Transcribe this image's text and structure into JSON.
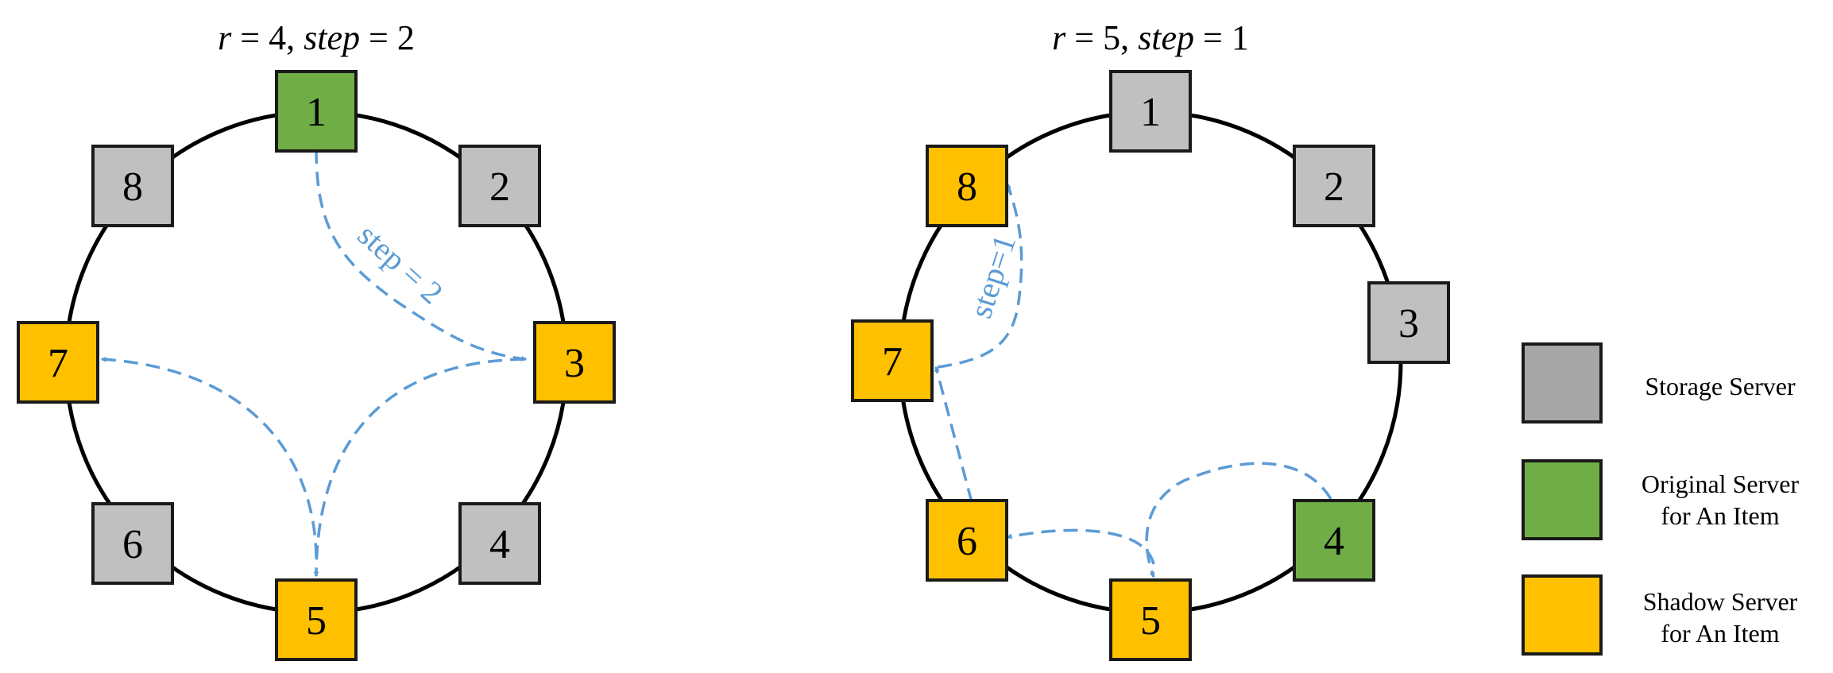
{
  "colors": {
    "storage": "#c0c0c0",
    "original": "#70ad47",
    "shadow": "#ffc000",
    "legend_storage": "#a6a6a6",
    "arrow": "#5b9bd5"
  },
  "diagrams": [
    {
      "id": "left",
      "title": {
        "r_var": "r",
        "r_eq": " = 4, ",
        "step_var": "step",
        "step_eq": " = 2"
      },
      "nodes": [
        {
          "label": "1",
          "role": "original"
        },
        {
          "label": "2",
          "role": "storage"
        },
        {
          "label": "3",
          "role": "shadow"
        },
        {
          "label": "4",
          "role": "storage"
        },
        {
          "label": "5",
          "role": "shadow"
        },
        {
          "label": "6",
          "role": "storage"
        },
        {
          "label": "7",
          "role": "shadow"
        },
        {
          "label": "8",
          "role": "storage"
        }
      ],
      "step_label": "step = 2"
    },
    {
      "id": "right",
      "title": {
        "r_var": "r",
        "r_eq": " = 5, ",
        "step_var": "step",
        "step_eq": " = 1"
      },
      "nodes": [
        {
          "label": "1",
          "role": "storage"
        },
        {
          "label": "2",
          "role": "storage"
        },
        {
          "label": "3",
          "role": "storage"
        },
        {
          "label": "4",
          "role": "original"
        },
        {
          "label": "5",
          "role": "shadow"
        },
        {
          "label": "6",
          "role": "shadow"
        },
        {
          "label": "7",
          "role": "shadow"
        },
        {
          "label": "8",
          "role": "shadow"
        }
      ],
      "step_label": "step=1"
    }
  ],
  "legend": {
    "storage": "Storage Server",
    "original_line1": "Original Server",
    "original_line2": "for An Item",
    "shadow_line1": "Shadow Server",
    "shadow_line2": "for An Item"
  }
}
